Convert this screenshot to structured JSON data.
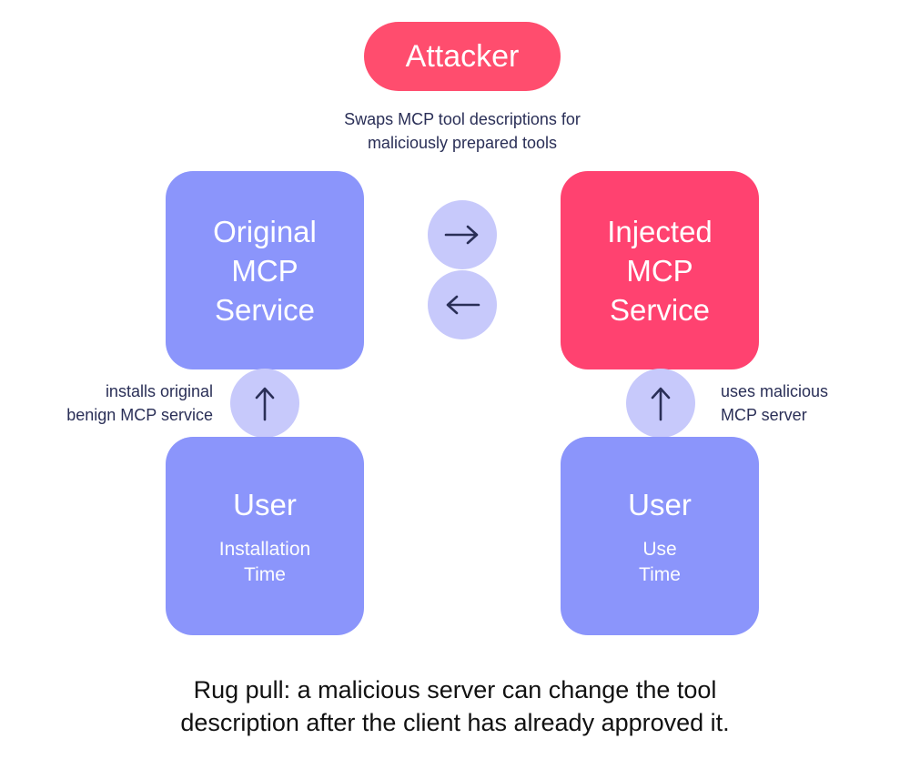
{
  "attacker": {
    "label": "Attacker",
    "note_line1": "Swaps MCP tool descriptions for",
    "note_line2": "maliciously prepared tools"
  },
  "original_service": {
    "line1": "Original",
    "line2": "MCP",
    "line3": "Service"
  },
  "injected_service": {
    "line1": "Injected",
    "line2": "MCP",
    "line3": "Service"
  },
  "user_install": {
    "title": "User",
    "sub_line1": "Installation",
    "sub_line2": "Time"
  },
  "user_use": {
    "title": "User",
    "sub_line1": "Use",
    "sub_line2": "Time"
  },
  "left_note": {
    "line1": "installs original",
    "line2": "benign MCP service"
  },
  "right_note": {
    "line1": "uses malicious",
    "line2": "MCP server"
  },
  "caption": {
    "line1": "Rug pull: a malicious server can change the tool",
    "line2": "description after the client has already approved it."
  },
  "icons": {
    "swap_forward": "arrow-right-icon",
    "swap_back": "arrow-left-icon",
    "install_flow": "arrow-up-icon",
    "use_flow": "arrow-up-icon"
  },
  "colors": {
    "attacker": "#ff4d6e",
    "injected": "#ff4270",
    "benign": "#8b95fb",
    "arrow_circle": "#c7c9fb",
    "arrow_stroke": "#2a2f57",
    "note_text": "#2a2f57"
  }
}
